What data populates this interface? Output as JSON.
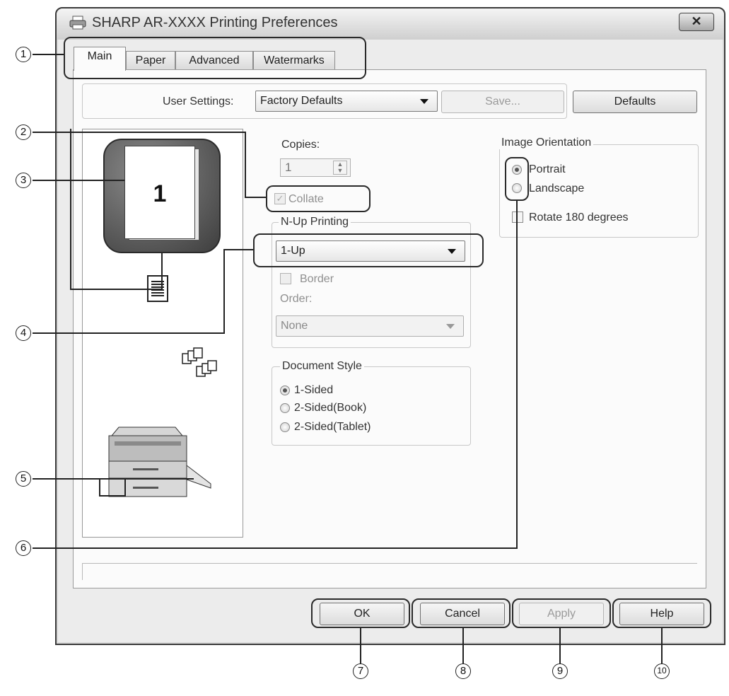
{
  "window": {
    "title": "SHARP AR-XXXX Printing Preferences",
    "close_label": "✕"
  },
  "tabs": [
    {
      "label": "Main",
      "active": true
    },
    {
      "label": "Paper",
      "active": false
    },
    {
      "label": "Advanced",
      "active": false
    },
    {
      "label": "Watermarks",
      "active": false
    }
  ],
  "user_settings": {
    "label": "User Settings:",
    "value": "Factory Defaults",
    "save_label": "Save...",
    "defaults_label": "Defaults"
  },
  "preview": {
    "page_number": "1"
  },
  "copies": {
    "label": "Copies:",
    "value": "1",
    "collate_label": "Collate",
    "collate_checked": true
  },
  "n_up": {
    "group_label": "N-Up Printing",
    "value": "1-Up",
    "border_label": "Border",
    "order_label": "Order:",
    "order_value": "None"
  },
  "document_style": {
    "group_label": "Document Style",
    "options": [
      "1-Sided",
      "2-Sided(Book)",
      "2-Sided(Tablet)"
    ],
    "selected": "1-Sided"
  },
  "image_orientation": {
    "group_label": "Image Orientation",
    "options": [
      "Portrait",
      "Landscape"
    ],
    "selected": "Portrait",
    "rotate_label": "Rotate 180 degrees"
  },
  "buttons": {
    "ok": "OK",
    "cancel": "Cancel",
    "apply": "Apply",
    "help": "Help"
  },
  "callouts": [
    "1",
    "2",
    "3",
    "4",
    "5",
    "6",
    "7",
    "8",
    "9",
    "10"
  ]
}
